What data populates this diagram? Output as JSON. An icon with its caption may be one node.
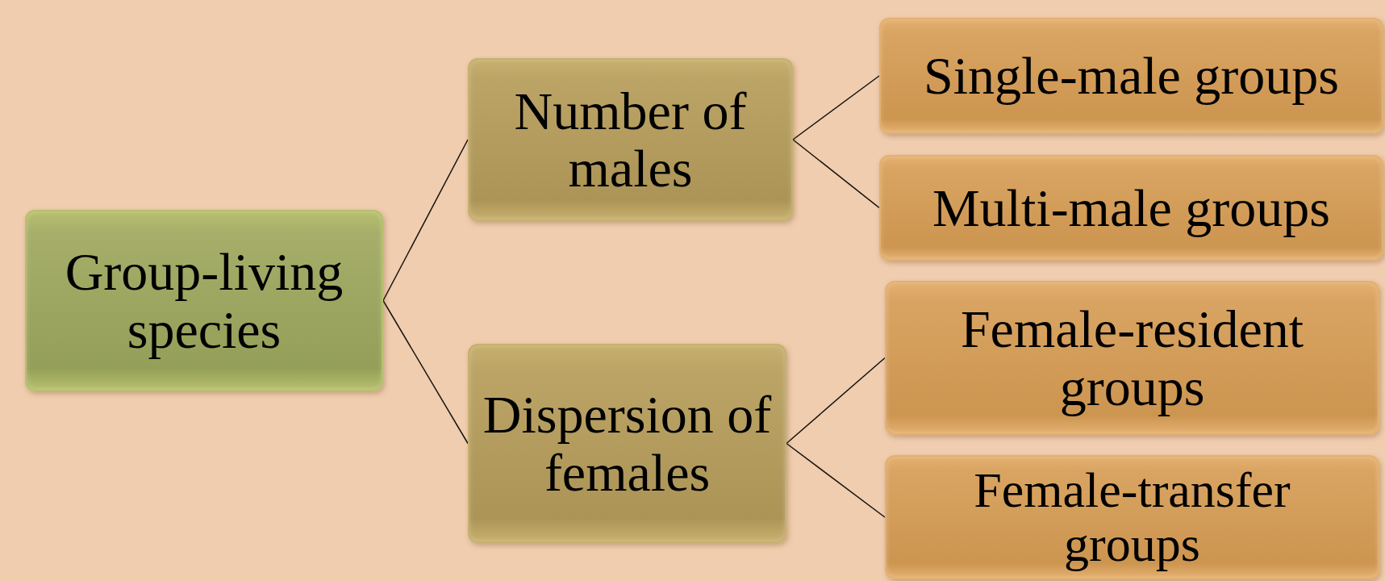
{
  "diagram": {
    "nodes": [
      {
        "text": [
          "Group-living species"
        ]
      },
      {
        "text": [
          "Number of males"
        ]
      },
      {
        "text": [
          "Dispersion of females"
        ]
      },
      {
        "text": [
          "Single-male groups"
        ]
      },
      {
        "text": [
          "Multi-male groups"
        ]
      },
      {
        "text": [
          "Female-resident groups"
        ]
      },
      {
        "text": [
          "Female-transfer groups"
        ]
      }
    ],
    "edges": [
      {
        "from": 0,
        "to": 1,
        "arrow": "none"
      },
      {
        "from": 0,
        "to": 2,
        "arrow": "none"
      },
      {
        "from": 1,
        "to": 3,
        "arrow": "none"
      },
      {
        "from": 1,
        "to": 4,
        "arrow": "none"
      },
      {
        "from": 2,
        "to": 5,
        "arrow": "none"
      },
      {
        "from": 2,
        "to": 6,
        "arrow": "none"
      }
    ]
  }
}
